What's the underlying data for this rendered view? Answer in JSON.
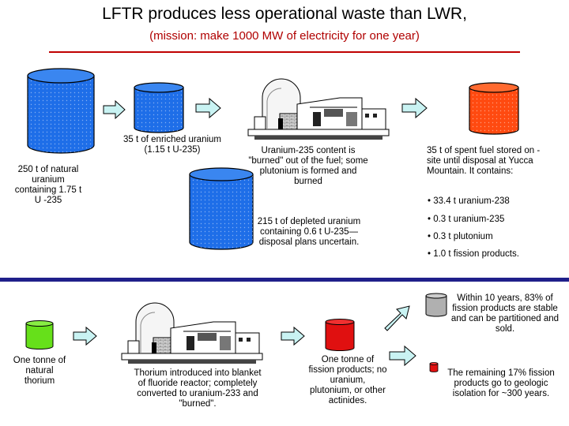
{
  "title": "LFTR produces less operational waste than LWR,",
  "subtitle": "(mission: make 1000 MW of electricity for one year)",
  "labels": {
    "natural_uranium": "250 t of natural uranium containing 1.75 t U -235",
    "enriched_uranium": "35 t of enriched uranium (1.15 t U-235)",
    "u235_burned": "Uranium-235 content is \"burned\" out of the fuel; some plutonium is formed and burned",
    "depleted_uranium": "215 t of depleted uranium containing 0.6 t U-235—disposal plans uncertain.",
    "spent_fuel": "35 t of spent fuel stored on -site until disposal at Yucca Mountain.  It contains:",
    "spent_fuel_items": [
      "• 33.4 t uranium-238",
      "• 0.3 t uranium-235",
      "• 0.3 t plutonium",
      "• 1.0 t fission products."
    ],
    "stable_products": "Within 10 years, 83% of fission products are stable and can be partitioned and sold.",
    "natural_thorium": "One tonne of natural thorium",
    "thorium_blanket": "Thorium introduced into blanket of fluoride reactor; completely converted to uranium-233 and \"burned\".",
    "fission_products": "One tonne of fission products; no uranium, plutonium, or other actinides.",
    "remaining_products": "The remaining 17% fission products go to geologic isolation for ~300 years."
  },
  "colors": {
    "uranium_blue": "#1e6ee8",
    "spent_orange": "#ff4a10",
    "thorium_green": "#66e01a",
    "fission_red": "#e01010",
    "stable_gray": "#b0b0b0",
    "arrow_cyan": "#c9f3f3",
    "title_rule": "#c00000",
    "divider": "#1f1f8a"
  }
}
